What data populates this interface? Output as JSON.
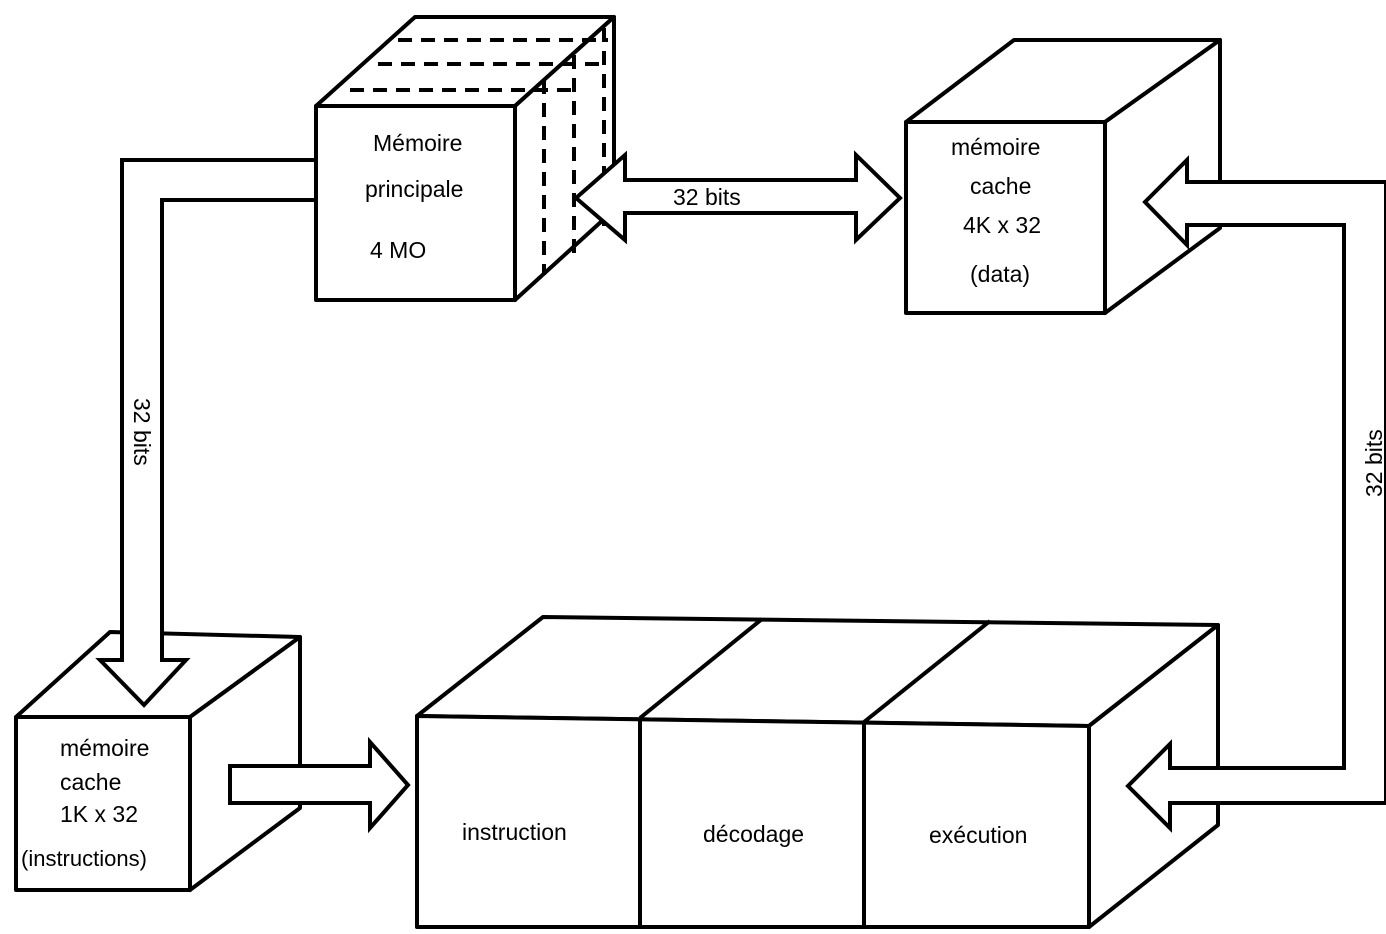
{
  "main_memory": {
    "line1": "Mémoire",
    "line2": "principale",
    "line3": "4 MO"
  },
  "data_cache": {
    "line1": "mémoire",
    "line2": "cache",
    "line3": "4K x 32",
    "line4": "(data)"
  },
  "instruction_cache": {
    "line1": "mémoire",
    "line2": "cache",
    "line3": "1K x 32",
    "line4": "(instructions)"
  },
  "pipeline": {
    "stage1": "instruction",
    "stage2": "décodage",
    "stage3": "exécution"
  },
  "buses": {
    "memory_to_data_cache": "32 bits",
    "memory_to_instruction_cache": "32 bits",
    "data_cache_to_execution": "32 bits"
  }
}
